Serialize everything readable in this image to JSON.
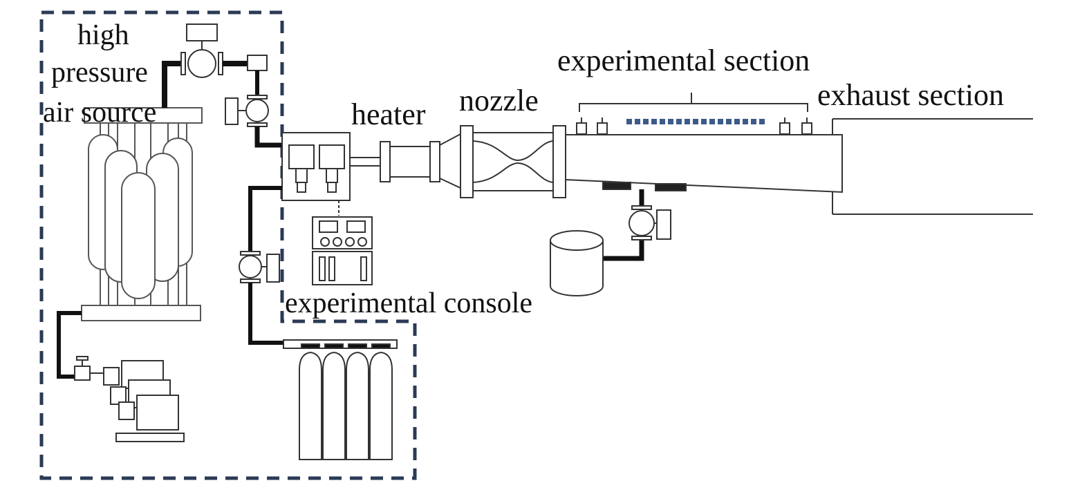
{
  "labels": {
    "source_line1": "high",
    "source_line2": "pressure",
    "source_line3": "air source",
    "heater": "heater",
    "nozzle": "nozzle",
    "experimental_section": "experimental section",
    "exhaust_section": "exhaust section",
    "console": "experimental console"
  },
  "colors": {
    "line": "#2a2a2a",
    "pipe": "#111111",
    "dashed_border": "#2b3a55",
    "pressure_taps": "#3c5a8a",
    "outline": "#555555"
  }
}
